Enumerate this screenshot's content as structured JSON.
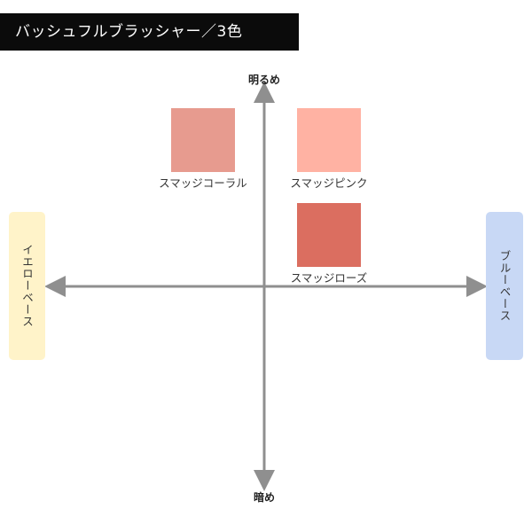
{
  "title": "バッシュフルブラッシャー／3色",
  "axes": {
    "top": "明るめ",
    "bottom": "暗め",
    "left": "イエローベース",
    "right": "ブルーベース"
  },
  "colors": {
    "axis": "#8f8f8f",
    "yellow_base": "#fff3c9",
    "blue_base": "#c8d8f5"
  },
  "swatches": [
    {
      "id": "coral",
      "name": "スマッジコーラル",
      "color": "#e79b8f"
    },
    {
      "id": "pink",
      "name": "スマッジピンク",
      "color": "#ffb2a3"
    },
    {
      "id": "rose",
      "name": "スマッジローズ",
      "color": "#db6e60"
    }
  ]
}
